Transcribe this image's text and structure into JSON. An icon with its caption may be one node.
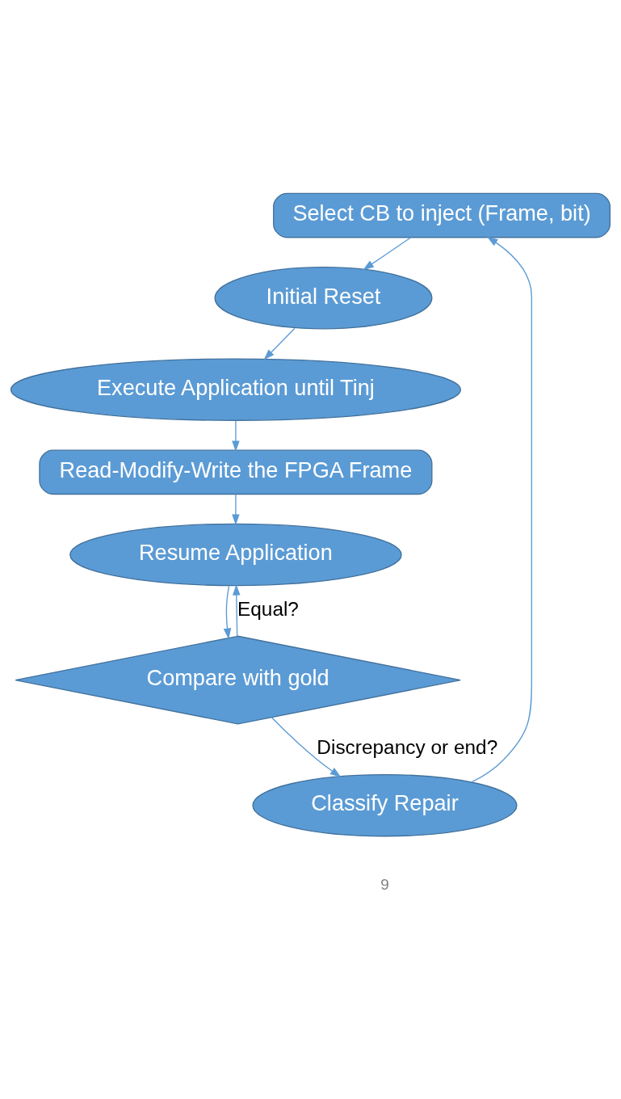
{
  "diagram": {
    "nodes": [
      {
        "text": [
          "Select CB to inject (Frame, bit)"
        ]
      },
      {
        "text": [
          "Initial Reset"
        ]
      },
      {
        "text": [
          "Execute Application until Tinj"
        ]
      },
      {
        "text": [
          "Read-Modify-Write the FPGA Frame"
        ]
      },
      {
        "text": [
          "Resume Application"
        ]
      },
      {
        "text": [
          "Compare with gold"
        ]
      },
      {
        "text": [
          "Classify Repair"
        ]
      }
    ],
    "edges": [
      {
        "from": 0,
        "to": 1,
        "arrow": "to"
      },
      {
        "from": 1,
        "to": 2,
        "arrow": "to"
      },
      {
        "from": 2,
        "to": 3,
        "arrow": "to"
      },
      {
        "from": 3,
        "to": 4,
        "arrow": "to"
      },
      {
        "from": 4,
        "to": 5,
        "arrow": "to"
      },
      {
        "from": 5,
        "to": 4,
        "arrow": "to",
        "label": "Equal?"
      },
      {
        "from": 5,
        "to": 6,
        "arrow": "to",
        "label": "Discrepancy or end?"
      },
      {
        "from": 6,
        "to": 0,
        "arrow": "to"
      }
    ],
    "labels": [
      "9"
    ]
  }
}
